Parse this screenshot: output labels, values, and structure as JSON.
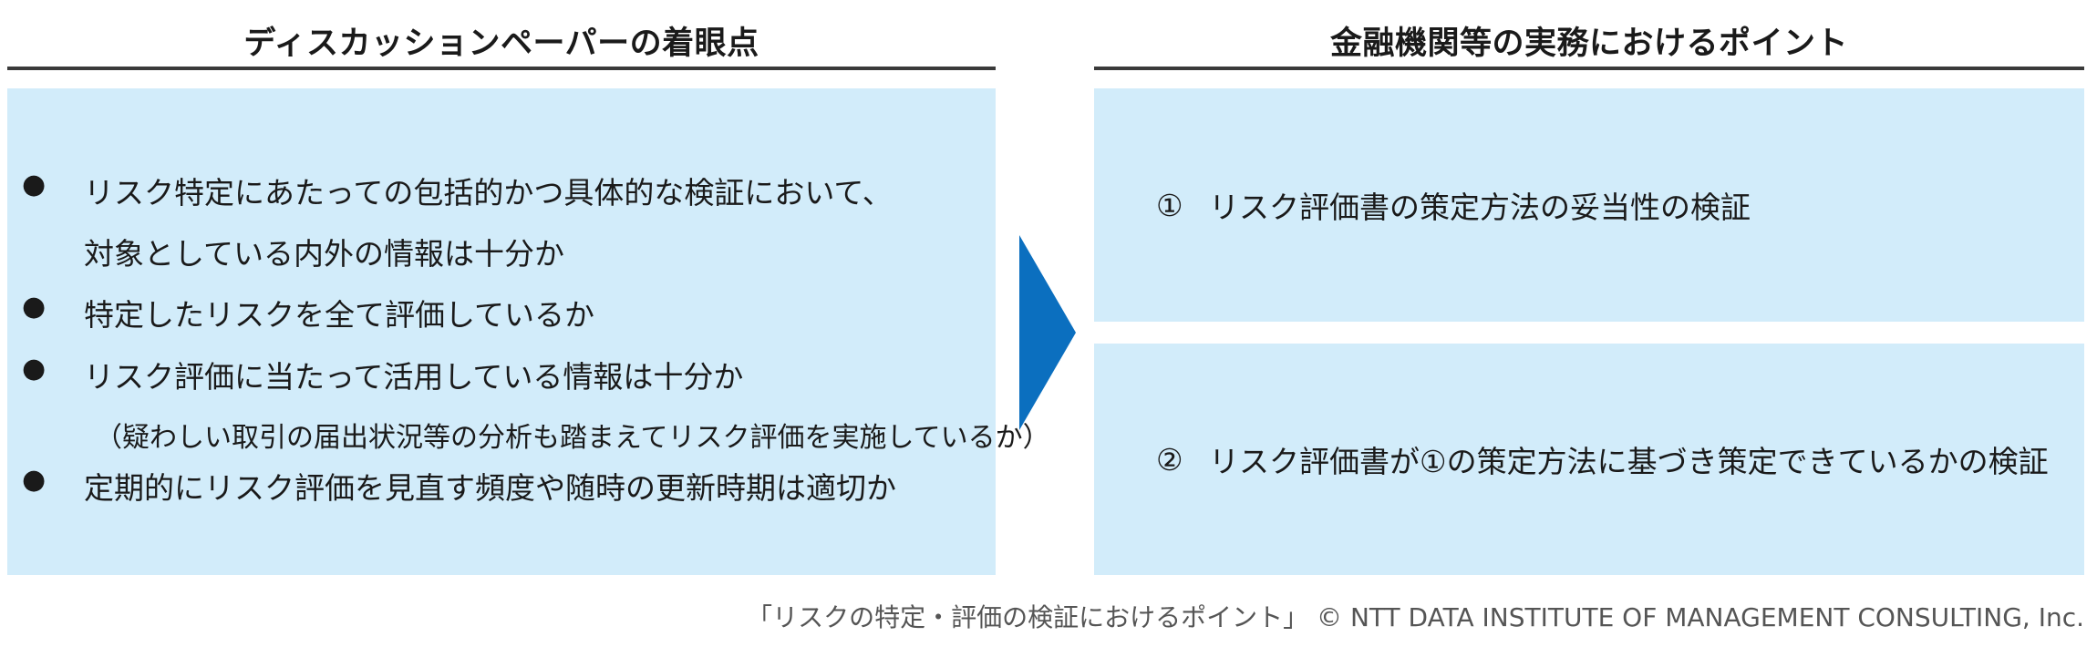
{
  "left_panel": {
    "title": "ディスカッションペーパーの着眼点",
    "bullet_symbol": "●",
    "items": [
      {
        "lines": [
          "リスク特定にあたっての包括的かつ具体的な検証において、",
          "対象としている内外の情報は十分か"
        ]
      },
      {
        "lines": [
          "特定したリスクを全て評価しているか"
        ]
      },
      {
        "lines": [
          "リスク評価に当たって活用している情報は十分か"
        ],
        "note": "（疑わしい取引の届出状況等の分析も踏まえてリスク評価を実施しているか）"
      },
      {
        "lines": [
          "定期的にリスク評価を見直す頻度や随時の更新時期は適切か"
        ]
      }
    ]
  },
  "right_panel": {
    "title": "金融機関等の実務におけるポイント",
    "points": [
      {
        "number": "①",
        "text": "リスク評価書の策定方法の妥当性の検証"
      },
      {
        "number": "②",
        "text": "リスク評価書が①の策定方法に基づき策定できているかの検証"
      }
    ]
  },
  "footer": {
    "text": "「リスクの特定・評価の検証におけるポイント」 © NTT DATA INSTITUTE OF MANAGEMENT CONSULTING, Inc."
  },
  "colors": {
    "panel_fill": "#d2ecfa",
    "arrow": "#0b6fbf",
    "rule": "#3a3a3a",
    "text": "#1a1a1a",
    "footer_text": "#555555"
  }
}
